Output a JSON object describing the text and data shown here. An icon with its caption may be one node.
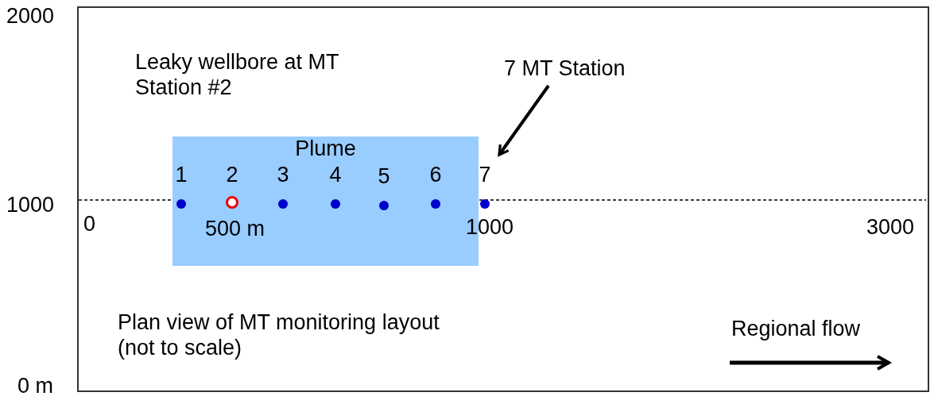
{
  "diagram": {
    "nodes": [
      {
        "text": [
          "Plume"
        ]
      },
      {
        "text": [
          "1"
        ],
        "in": 0
      },
      {
        "text": [
          "2"
        ],
        "in": 0
      },
      {
        "text": [
          "3"
        ],
        "in": 0
      },
      {
        "text": [
          "4"
        ],
        "in": 0
      },
      {
        "text": [
          "5"
        ],
        "in": 0
      },
      {
        "text": [
          "6"
        ],
        "in": 0
      },
      {
        "text": [
          "7"
        ]
      },
      {
        "text": [
          "7 MT Station"
        ]
      }
    ],
    "edges": [
      {
        "from": 8,
        "to": 7,
        "arrow": "to"
      }
    ],
    "labels": [
      "2000",
      "Leaky wellbore at MT Station #2",
      "1000",
      "0",
      "500 m",
      "1000",
      "3000",
      "Plan view of MT monitoring layout (not to scale)",
      "Regional flow",
      "0 m"
    ]
  }
}
